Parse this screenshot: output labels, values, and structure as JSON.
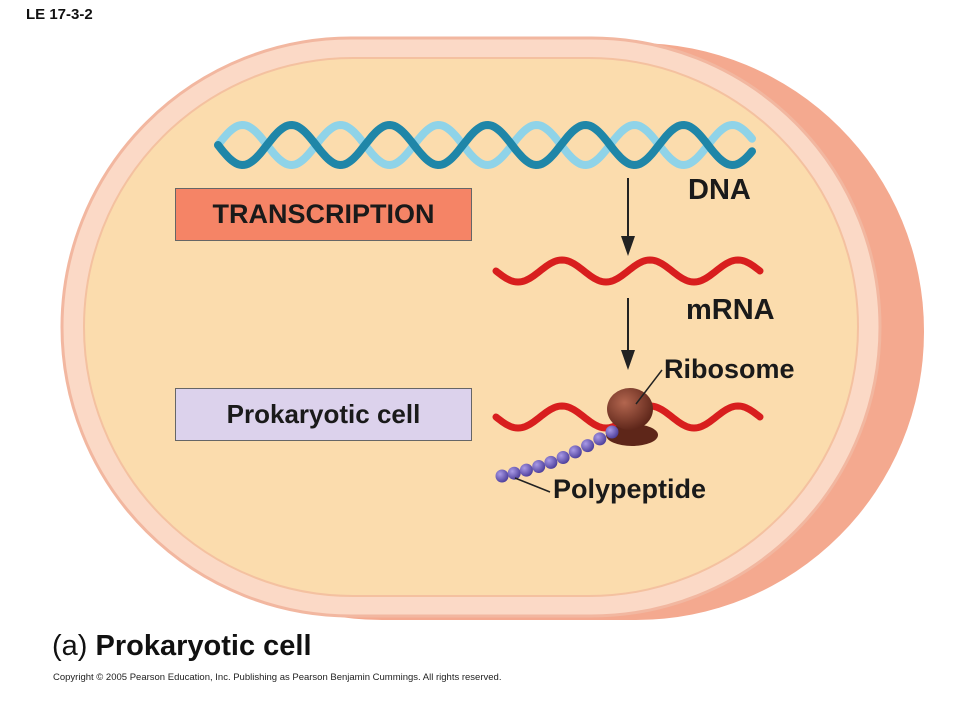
{
  "figure_label": "LE 17-3-2",
  "boxes": {
    "transcription": "TRANSCRIPTION",
    "prokaryotic_cell": "Prokaryotic cell"
  },
  "labels": {
    "dna": "DNA",
    "mrna": "mRNA",
    "ribosome": "Ribosome",
    "polypeptide": "Polypeptide"
  },
  "caption": {
    "prefix": "(a)",
    "title": "Prokaryotic cell"
  },
  "copyright": "Copyright © 2005 Pearson Education, Inc. Publishing as Pearson Benjamin Cummings. All rights reserved.",
  "colors": {
    "cell_outer": "#f4a98f",
    "cell_membrane": "#fbd9c6",
    "cytoplasm": "#fbdcad",
    "dna_dark": "#1f86a8",
    "dna_light": "#8fd3e8",
    "mrna": "#d81e1e",
    "ribosome": "#7a3626",
    "polypeptide": "#6a5bb8",
    "transcription_box": "#f58466",
    "prokaryotic_box": "#dcd2ec"
  }
}
